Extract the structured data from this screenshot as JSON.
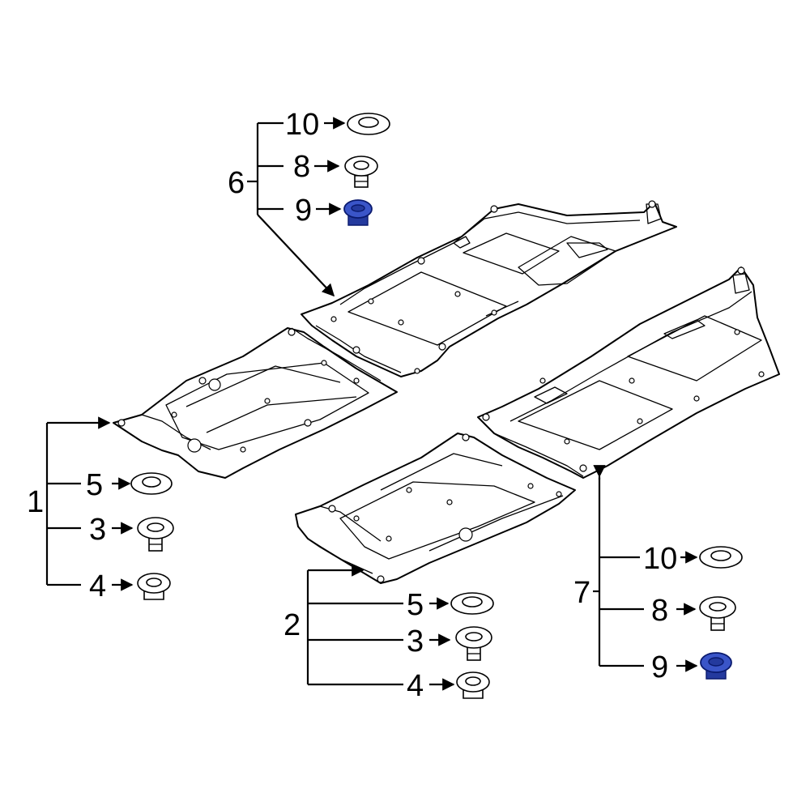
{
  "callouts": {
    "group_1": "1",
    "group_2": "2",
    "group_6": "6",
    "group_7": "7",
    "g1_item_5": "5",
    "g1_item_3": "3",
    "g1_item_4": "4",
    "g2_item_5": "5",
    "g2_item_3": "3",
    "g2_item_4": "4",
    "g6_item_10": "10",
    "g6_item_8": "8",
    "g6_item_9": "9",
    "g7_item_10": "10",
    "g7_item_8": "8",
    "g7_item_9": "9"
  },
  "colors": {
    "highlight_part": "#3a55c8",
    "line": "#000000",
    "background": "#ffffff"
  }
}
